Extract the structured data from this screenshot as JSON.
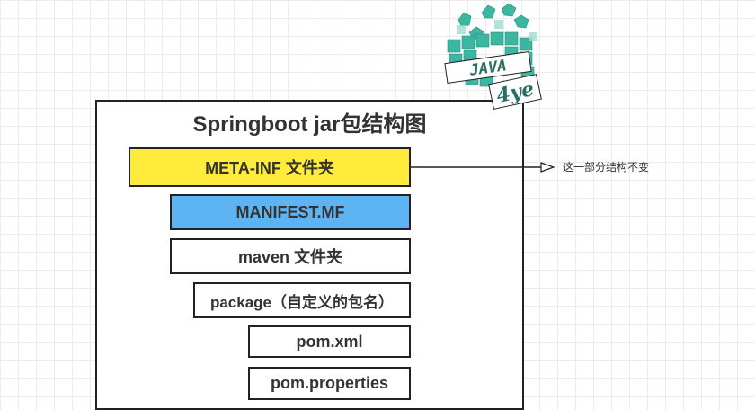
{
  "diagram": {
    "title": "Springboot jar包结构图",
    "nodes": {
      "meta_inf": "META-INF 文件夹",
      "manifest": "MANIFEST.MF",
      "maven": "maven 文件夹",
      "package": "package（自定义的包名）",
      "pom_xml": "pom.xml",
      "pom_properties": "pom.properties"
    },
    "note": "这一部分结构不变",
    "colors": {
      "meta_inf_fill": "#ffeb3b",
      "manifest_fill": "#5eb3f3"
    }
  },
  "logo": {
    "line1": "JAVA",
    "line2": "4ye"
  }
}
